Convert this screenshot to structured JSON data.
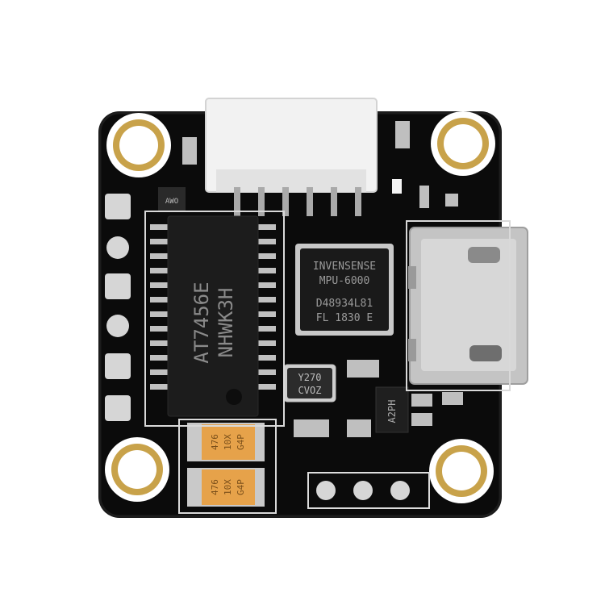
{
  "image": {
    "subject": "flight controller circuit board",
    "colors": {
      "background": "#ffffff",
      "pcb": "#0b0b0b",
      "silkscreen": "#e8e8e8",
      "pad_silver": "#c9c9c9",
      "pad_gold": "#c8a24a",
      "chip_body": "#1a1a1a",
      "usb_metal": "#bdbdbd",
      "capacitor": "#e6a24a"
    }
  },
  "chips": {
    "osd_chip": {
      "line1": "AT7456E",
      "line2": "NHWK3H"
    },
    "imu_chip": {
      "line1": "INVENSENSE",
      "line2": "MPU-6000",
      "line3": "D48934L81",
      "line4": "FL 1830 E"
    },
    "crystal": {
      "line1": "Y270",
      "line2": "CVOZ"
    },
    "regulator": {
      "line1": "AWO"
    },
    "transistor": {
      "line1": "A2PH"
    }
  },
  "capacitors": [
    {
      "line1": "476",
      "line2": "10X",
      "line3": "G4P"
    },
    {
      "line1": "476",
      "line2": "10X",
      "line3": "G4P"
    }
  ]
}
